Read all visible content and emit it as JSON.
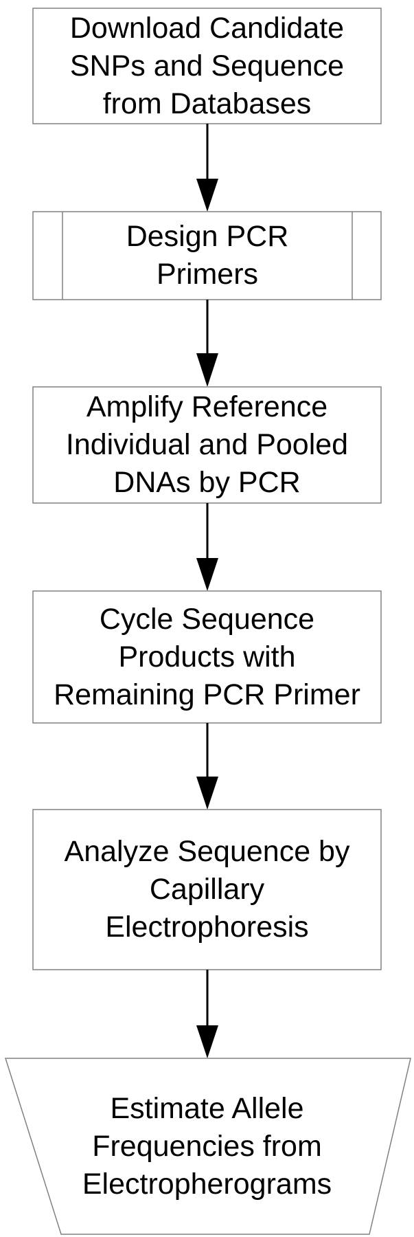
{
  "flowchart": {
    "steps": [
      {
        "shape": "process",
        "lines": [
          "Download Candidate",
          "SNPs and Sequence",
          "from Databases"
        ]
      },
      {
        "shape": "predefined-process",
        "lines": [
          "Design PCR",
          "Primers"
        ]
      },
      {
        "shape": "process",
        "lines": [
          "Amplify Reference",
          "Individual and Pooled",
          "DNAs by PCR"
        ]
      },
      {
        "shape": "process",
        "lines": [
          "Cycle Sequence",
          "Products with",
          "Remaining PCR Primer"
        ]
      },
      {
        "shape": "process",
        "lines": [
          "Analyze Sequence by",
          "Capillary",
          "Electrophoresis"
        ]
      },
      {
        "shape": "manual-operation",
        "lines": [
          "Estimate Allele",
          "Frequencies from",
          "Electropherograms"
        ]
      }
    ],
    "connector_color": "#000000",
    "border_color": "#808080"
  }
}
